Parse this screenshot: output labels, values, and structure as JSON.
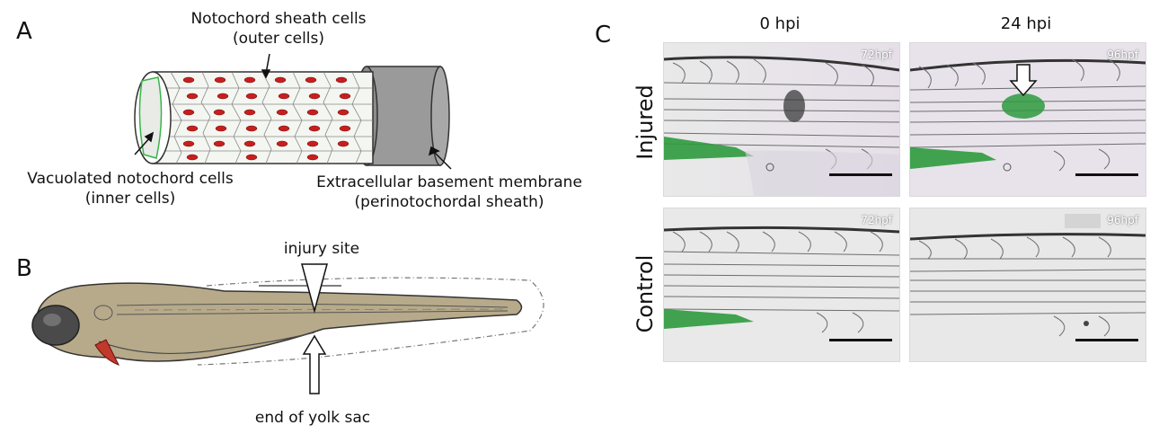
{
  "panel_a": {
    "letter": "A",
    "label_sheath_line1": "Notochord sheath cells",
    "label_sheath_line2": "(outer cells)",
    "label_vacuolated_line1": "Vacuolated notochord cells",
    "label_vacuolated_line2": "(inner cells)",
    "label_membrane_line1": "Extracellular basement membrane",
    "label_membrane_line2": "(perinotochordal sheath)"
  },
  "panel_b": {
    "letter": "B",
    "label_injury": "injury site",
    "label_yolk": "end of yolk sac"
  },
  "panel_c": {
    "letter": "C",
    "col_0": "0 hpi",
    "col_24": "24 hpi",
    "row_injured": "Injured",
    "row_control": "Control",
    "stamp_72": "72hpf",
    "stamp_96": "96hpf",
    "stamp_72b": "72hpf",
    "stamp_96b": "96hpf"
  },
  "colors": {
    "fish_body": "#b7aa8a",
    "nucleus_red": "#c81e1e",
    "gfp_green": "#2e9a3e",
    "membrane_grey": "#9a9a9a"
  }
}
